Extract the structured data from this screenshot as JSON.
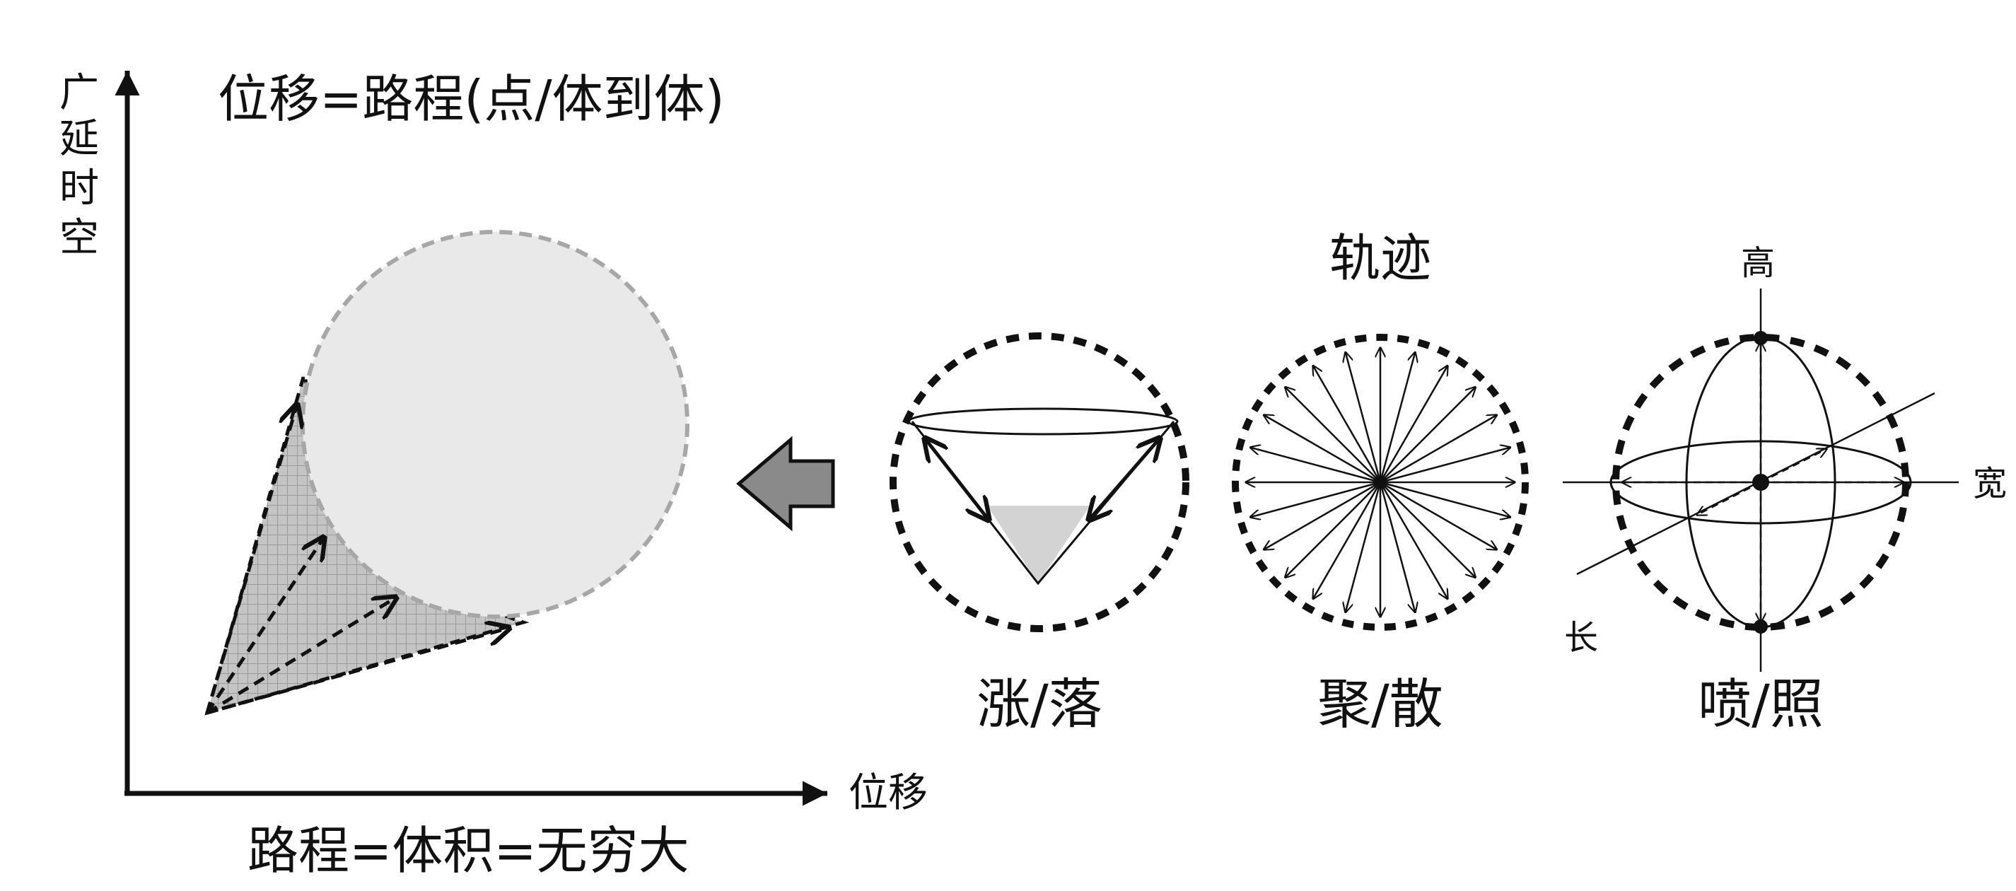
{
  "axes": {
    "y_label_chars": [
      "广",
      "延",
      "时",
      "空"
    ],
    "x_label": "位移"
  },
  "labels": {
    "top_title": "位移=路程(点/体到体)",
    "bottom_title": "路程=体积=无穷大",
    "trajectory": "轨迹",
    "panel1": "涨/落",
    "panel2": "聚/散",
    "panel3": "喷/照",
    "dim_height": "高",
    "dim_width": "宽",
    "dim_length": "长"
  },
  "colors": {
    "cone_fill": "#c4c4c4",
    "grid_line": "#9a9a9a",
    "bubble_fill": "#e9e9e9",
    "bubble_stroke": "#a7a7a7",
    "arrow_block": "#8a8a8a",
    "ink": "#111111",
    "water_fill": "#d3d3d3"
  },
  "icons": {
    "left_arrow": "block-arrow-left-icon"
  }
}
